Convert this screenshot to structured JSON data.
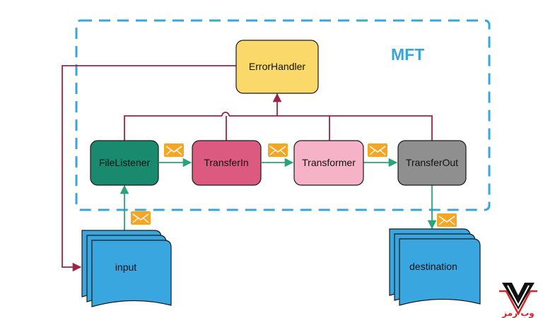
{
  "boundary": {
    "label": "MFT",
    "color": "#3aa6d8"
  },
  "nodes": {
    "error_handler": {
      "label": "ErrorHandler",
      "color": "#fbd86a"
    },
    "file_listener": {
      "label": "FileListener",
      "color": "#1a8a6e"
    },
    "transfer_in": {
      "label": "TransferIn",
      "color": "#dc5a80"
    },
    "transformer": {
      "label": "Transformer",
      "color": "#f6b3c8"
    },
    "transfer_out": {
      "label": "TransferOut",
      "color": "#8f8f8f"
    }
  },
  "stores": {
    "input": {
      "label": "input",
      "color": "#3aa6e0"
    },
    "destination": {
      "label": "destination",
      "color": "#3aa6e0"
    }
  },
  "edges": {
    "message_color": "#2aa37d",
    "error_color": "#9b2345"
  },
  "message_icon": {
    "name": "envelope-icon",
    "color": "#f5a623"
  },
  "logo": {
    "name": "webramz-logo",
    "text": "وب رمز"
  }
}
